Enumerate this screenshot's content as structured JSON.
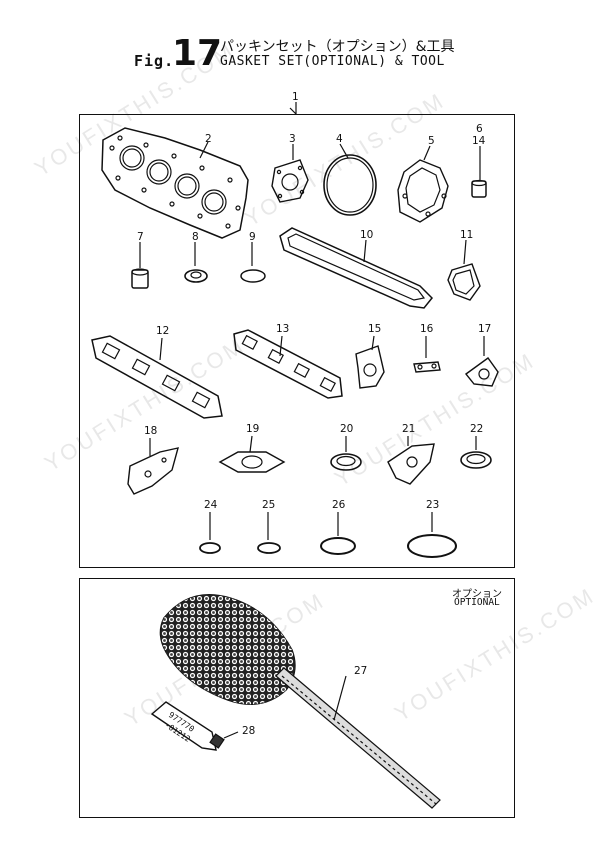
{
  "header": {
    "fig_label": "Fig.",
    "fig_number": "17",
    "title_jp": "パッキンセット（オプション）&工具",
    "title_en": "GASKET SET(OPTIONAL) & TOOL"
  },
  "assembly_callout": "1",
  "parts": [
    {
      "label": "2",
      "icon": "cylinder-head-gasket-icon"
    },
    {
      "label": "3",
      "icon": "square-gasket-icon"
    },
    {
      "label": "4",
      "icon": "o-ring-icon"
    },
    {
      "label": "5",
      "icon": "cover-gasket-icon"
    },
    {
      "label": "6",
      "icon": "valve-stem-seal-icon"
    },
    {
      "label": "14",
      "icon": "valve-stem-seal-icon"
    },
    {
      "label": "7",
      "icon": "seal-icon"
    },
    {
      "label": "8",
      "icon": "washer-icon"
    },
    {
      "label": "9",
      "icon": "o-ring-icon"
    },
    {
      "label": "10",
      "icon": "rocker-cover-gasket-icon"
    },
    {
      "label": "11",
      "icon": "square-gasket-icon"
    },
    {
      "label": "12",
      "icon": "manifold-gasket-icon"
    },
    {
      "label": "13",
      "icon": "manifold-gasket-icon"
    },
    {
      "label": "15",
      "icon": "plate-gasket-icon"
    },
    {
      "label": "16",
      "icon": "small-gasket-icon"
    },
    {
      "label": "17",
      "icon": "flange-gasket-icon"
    },
    {
      "label": "18",
      "icon": "bracket-gasket-icon"
    },
    {
      "label": "19",
      "icon": "flange-gasket-icon"
    },
    {
      "label": "20",
      "icon": "washer-icon"
    },
    {
      "label": "21",
      "icon": "bracket-gasket-icon"
    },
    {
      "label": "22",
      "icon": "washer-icon"
    },
    {
      "label": "24",
      "icon": "o-ring-icon"
    },
    {
      "label": "25",
      "icon": "o-ring-icon"
    },
    {
      "label": "26",
      "icon": "o-ring-icon"
    },
    {
      "label": "23",
      "icon": "o-ring-icon"
    },
    {
      "label": "27",
      "icon": "flex-hone-brush-icon"
    },
    {
      "label": "28",
      "icon": "sealant-tube-icon"
    }
  ],
  "optional_note": {
    "jp": "オプション",
    "en": "OPTIONAL"
  },
  "tube_print": {
    "line1": "977770",
    "line2": "-01212"
  },
  "watermark": "YOUFIXTHIS.COM"
}
